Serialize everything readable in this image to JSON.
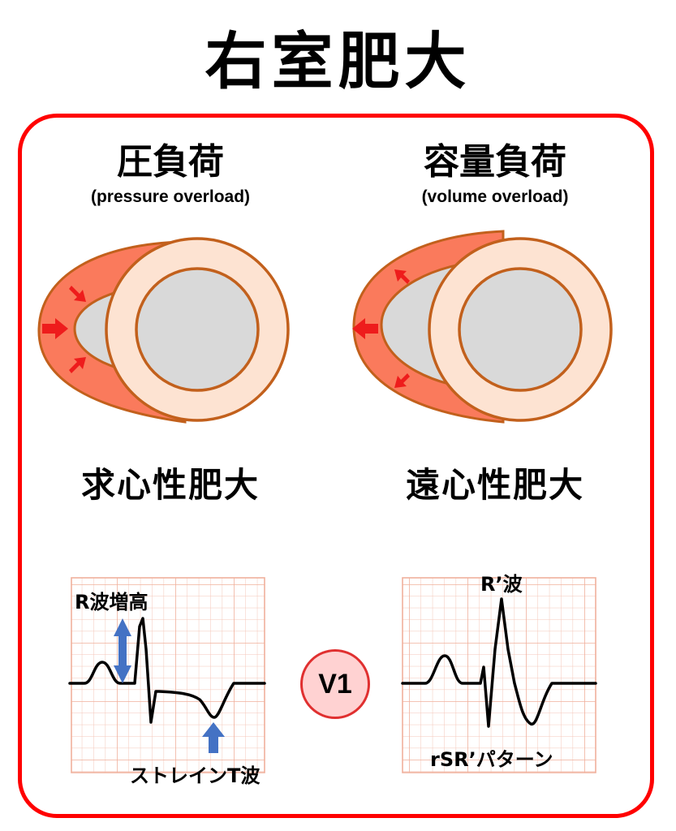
{
  "title": "右室肥大",
  "left": {
    "heading": "圧負荷",
    "subheading": "(pressure overload)",
    "hypertrophy": "求心性肥大",
    "ecg_label_top": "R波増高",
    "ecg_label_bottom": "ストレインT波"
  },
  "right": {
    "heading": "容量負荷",
    "subheading": "(volume overload)",
    "hypertrophy": "遠心性肥大",
    "ecg_label_top": "R’波",
    "ecg_label_bottom": "rSR’パターン"
  },
  "lead": "V1",
  "colors": {
    "frame": "#ff0000",
    "wall": "#fa7a5c",
    "ring": "#fde3d2",
    "outline": "#c2601c",
    "cavity": "#d9d9d9",
    "arrow": "#ee1c1c",
    "grid": "#f4c6b8",
    "blue_arrow": "#4472c4"
  }
}
